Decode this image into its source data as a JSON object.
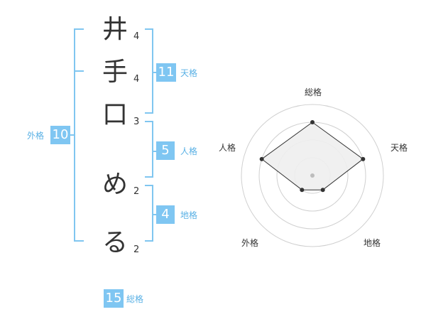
{
  "name_chars": [
    {
      "char": "井",
      "strokes": "4"
    },
    {
      "char": "手",
      "strokes": "4"
    },
    {
      "char": "口",
      "strokes": "3"
    },
    {
      "char": "め",
      "strokes": "2"
    },
    {
      "char": "る",
      "strokes": "2"
    }
  ],
  "fortune": {
    "tenkaku": {
      "value": "11",
      "label": "天格"
    },
    "jinkaku": {
      "value": "5",
      "label": "人格"
    },
    "chikaku": {
      "value": "4",
      "label": "地格"
    },
    "gaikaku": {
      "value": "10",
      "label": "外格"
    },
    "soukaku": {
      "value": "15",
      "label": "総格"
    }
  },
  "radar": {
    "labels": [
      "総格",
      "天格",
      "地格",
      "外格",
      "人格"
    ],
    "levels": 4,
    "values": [
      3,
      3,
      1,
      1,
      3
    ],
    "max": 4,
    "colors": {
      "grid": "#d0d0d0",
      "fill": "#eeeeee",
      "line": "#333333",
      "center": "#bdbdbd"
    }
  }
}
